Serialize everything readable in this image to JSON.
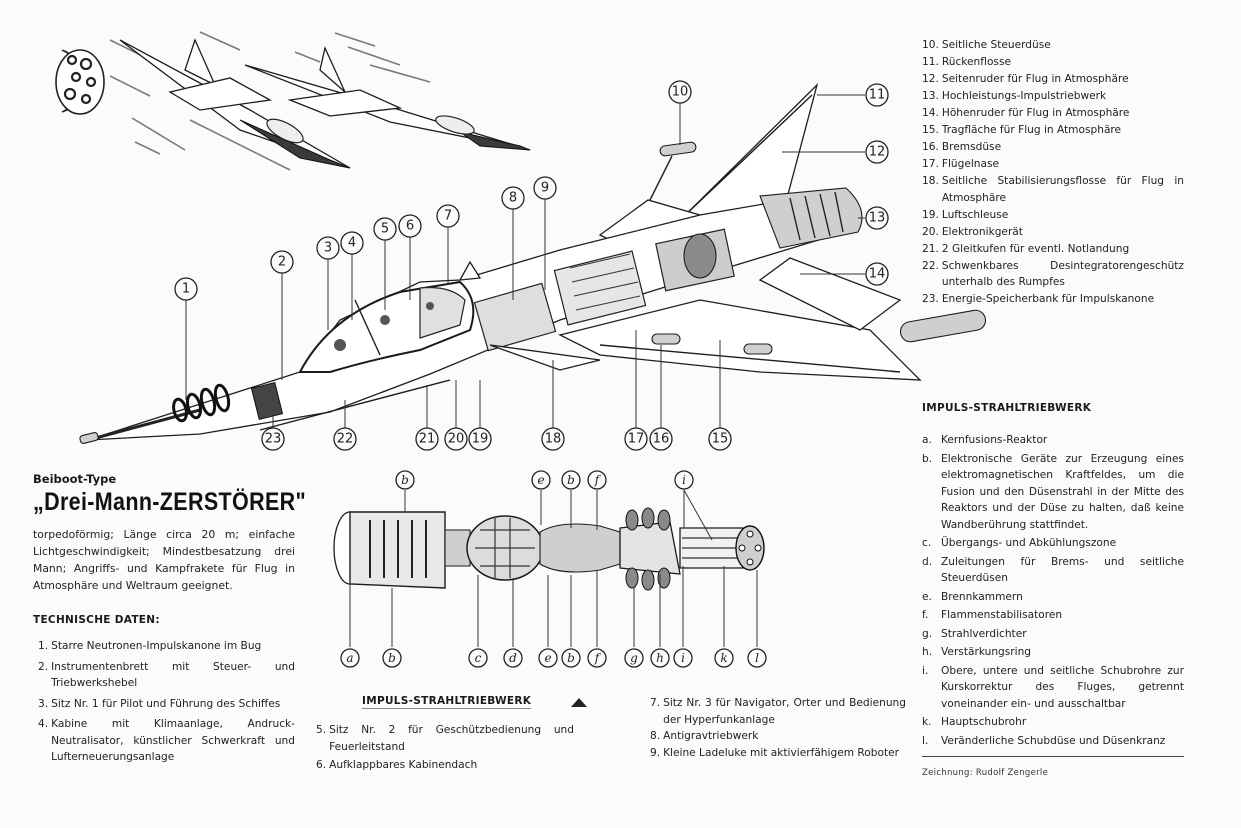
{
  "document": {
    "kicker": "Beiboot-Type",
    "title": "„Drei-Mann-ZERSTÖRER\"",
    "intro": "torpedoförmig; Länge circa 20 m; einfache Lichtgeschwindigkeit; Mindestbesatzung drei Mann; Angriffs- und Kampfrakete für Flug in Atmosphäre und Weltraum geeignet.",
    "tech_heading": "TECHNISCHE DATEN:",
    "parts": [
      {
        "num": "1.",
        "text": "Starre Neutronen-Impulskanone im Bug"
      },
      {
        "num": "2.",
        "text": "Instrumentenbrett mit Steuer- und Triebwerkshebel"
      },
      {
        "num": "3.",
        "text": "Sitz Nr. 1 für Pilot und Führung des Schiffes"
      },
      {
        "num": "4.",
        "text": "Kabine mit Klimaanlage, Andruck-Neutralisator, künstlicher Schwerkraft und Lufterneuerungsanlage"
      },
      {
        "num": "5.",
        "text": "Sitz Nr. 2 für Geschützbedienung und Feuerleitstand"
      },
      {
        "num": "6.",
        "text": "Aufklappbares Kabinendach"
      },
      {
        "num": "7.",
        "text": "Sitz Nr. 3 für Navigator, Orter und Bedienung der Hyperfunkanlage"
      },
      {
        "num": "8.",
        "text": "Antigravtriebwerk"
      },
      {
        "num": "9.",
        "text": "Kleine Ladeluke mit aktivierfähigem Roboter"
      },
      {
        "num": "10.",
        "text": "Seitliche Steuerdüse"
      },
      {
        "num": "11.",
        "text": "Rückenflosse"
      },
      {
        "num": "12.",
        "text": "Seitenruder für Flug in Atmosphäre"
      },
      {
        "num": "13.",
        "text": "Hochleistungs-Impulstriebwerk"
      },
      {
        "num": "14.",
        "text": "Höhenruder für Flug in Atmosphäre"
      },
      {
        "num": "15.",
        "text": "Tragfläche für Flug in Atmosphäre"
      },
      {
        "num": "16.",
        "text": "Bremsdüse"
      },
      {
        "num": "17.",
        "text": "Flügelnase"
      },
      {
        "num": "18.",
        "text": "Seitliche Stabilisierungsflosse für Flug in Atmosphäre"
      },
      {
        "num": "19.",
        "text": "Luftschleuse"
      },
      {
        "num": "20.",
        "text": "Elektronikgerät"
      },
      {
        "num": "21.",
        "text": "2 Gleitkufen für eventl. Notlandung"
      },
      {
        "num": "22.",
        "text": "Schwenkbares Desintegratorengeschütz unterhalb des Rumpfes"
      },
      {
        "num": "23.",
        "text": "Energie-Speicherbank für Impulskanone"
      }
    ],
    "engine_caption": "IMPULS-STRAHLTRIEBWERK",
    "engine_caption_marker": "triangle-up-icon",
    "engine_heading": "IMPULS-STRAHLTRIEBWERK",
    "engine_parts": [
      {
        "num": "a.",
        "text": "Kernfusions-Reaktor"
      },
      {
        "num": "b.",
        "text": "Elektronische Geräte zur Erzeugung eines elektromagnetischen Kraftfeldes, um die Fusion und den Düsenstrahl in der Mitte des Reaktors und der Düse zu halten, daß keine Wandberührung stattfindet."
      },
      {
        "num": "c.",
        "text": "Übergangs- und Abkühlungszone"
      },
      {
        "num": "d.",
        "text": "Zuleitungen für Brems- und seitliche Steuerdüsen"
      },
      {
        "num": "e.",
        "text": "Brennkammern"
      },
      {
        "num": "f.",
        "text": "Flammenstabilisatoren"
      },
      {
        "num": "g.",
        "text": "Strahlverdichter"
      },
      {
        "num": "h.",
        "text": "Verstärkungsring"
      },
      {
        "num": "i.",
        "text": "Obere, untere und seitliche Schubrohre zur Kurskorrektur des Fluges, getrennt voneinander ein- und ausschaltbar"
      },
      {
        "num": "k.",
        "text": "Hauptschubrohr"
      },
      {
        "num": "l.",
        "text": "Veränderliche Schubdüse und Düsenkranz"
      }
    ],
    "credit": "Zeichnung: Rudolf Zengerle"
  },
  "diagram": {
    "ship_callouts": [
      "1",
      "2",
      "3",
      "4",
      "5",
      "6",
      "7",
      "8",
      "9",
      "10",
      "11",
      "12",
      "13",
      "14",
      "15",
      "16",
      "17",
      "18",
      "19",
      "20",
      "21",
      "22",
      "23"
    ],
    "engine_callouts_top": [
      "b",
      "e",
      "b",
      "f",
      "i"
    ],
    "engine_callouts_bottom": [
      "a",
      "b",
      "c",
      "d",
      "e",
      "b",
      "f",
      "g",
      "h",
      "i",
      "k",
      "l"
    ]
  }
}
